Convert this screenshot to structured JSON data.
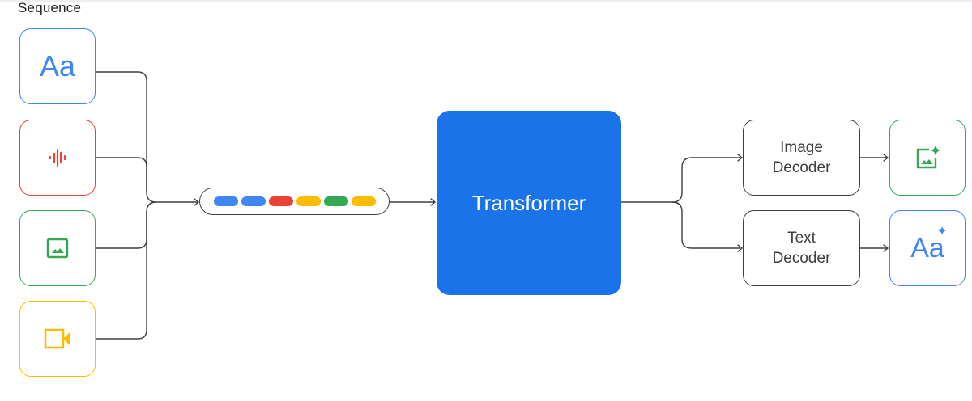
{
  "header": {
    "title": "Sequence"
  },
  "inputs": [
    {
      "name": "text",
      "label": "Aa",
      "color": "#4285f4",
      "icon": "text-icon"
    },
    {
      "name": "audio",
      "color": "#ea4335",
      "icon": "audio-waveform-icon"
    },
    {
      "name": "image",
      "color": "#34a853",
      "icon": "image-icon"
    },
    {
      "name": "video",
      "color": "#fbbc04",
      "icon": "video-camera-icon"
    }
  ],
  "token_sequence": {
    "colors": [
      "#4285f4",
      "#4285f4",
      "#ea4335",
      "#fbbc04",
      "#34a853",
      "#fbbc04"
    ]
  },
  "transformer": {
    "label": "Transformer",
    "color": "#1a73e8"
  },
  "decoders": [
    {
      "line1": "Image",
      "line2": "Decoder"
    },
    {
      "line1": "Text",
      "line2": "Decoder"
    }
  ],
  "outputs": [
    {
      "name": "generated-image",
      "color": "#34a853",
      "icon": "image-sparkle-icon"
    },
    {
      "name": "generated-text",
      "label": "Aa",
      "color": "#4285f4",
      "icon": "text-sparkle-icon"
    }
  ]
}
